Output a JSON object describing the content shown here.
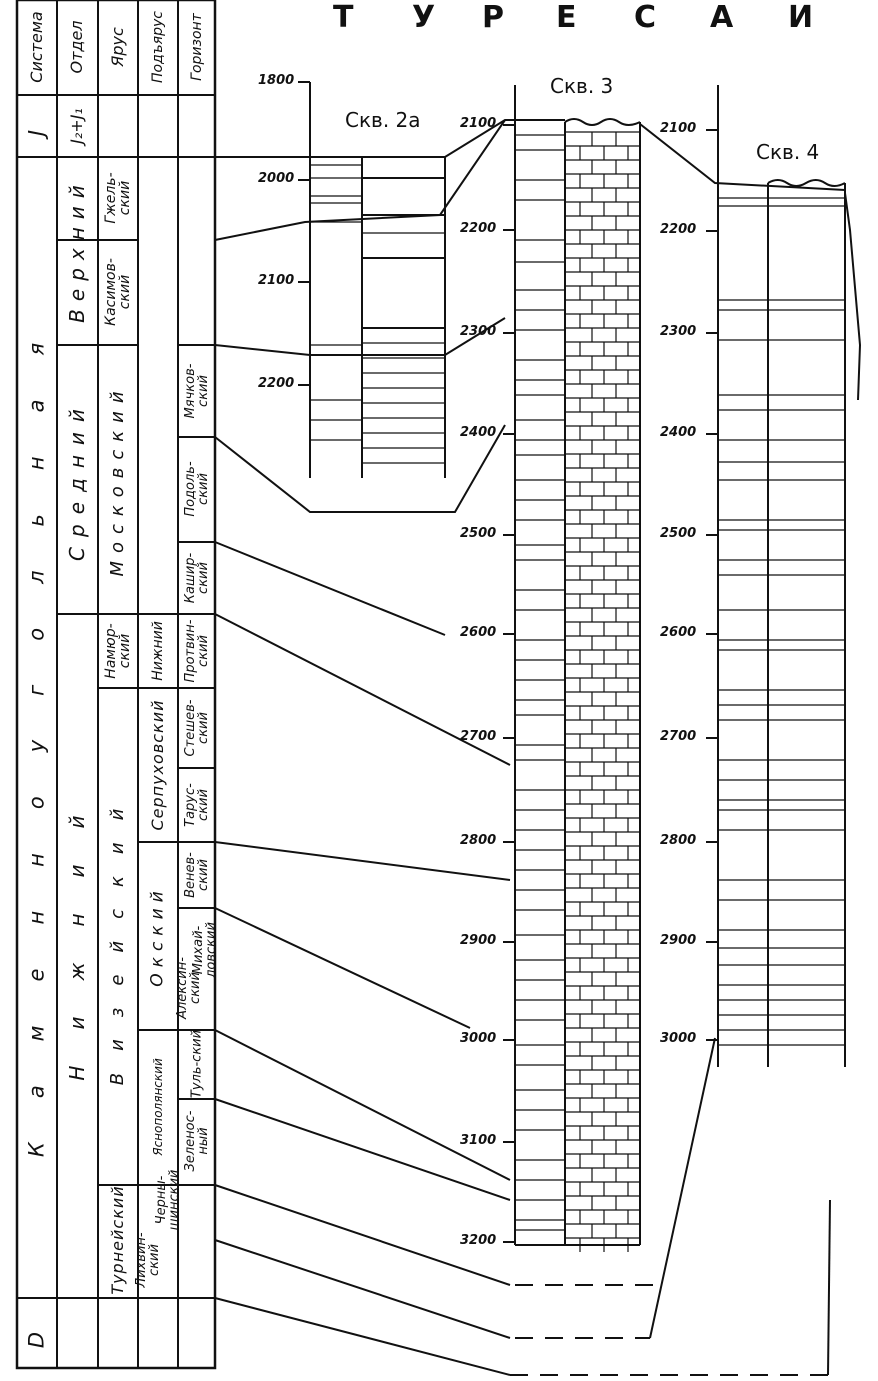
{
  "title_letters": [
    "Т",
    "У",
    "Р",
    "Е",
    "С",
    "А",
    "И"
  ],
  "table": {
    "headers": {
      "system": "Система",
      "section": "Отдел",
      "stage": "Ярус",
      "substage": "Подъярус",
      "horizon": "Горизонт"
    },
    "systems": {
      "jurassic": "J",
      "carboniferous": "Каменноугольная",
      "devonian": "D"
    },
    "sections": {
      "jurassic": "J₂+J₁",
      "upper": "Верхний",
      "middle": "Средний",
      "lower": "Нижний"
    },
    "stages": {
      "gzhel": "Гжель-ский",
      "kasimov": "Касимов-ский",
      "moscow": "Московский",
      "namur": "Намюр-ский",
      "visean": "Визейский",
      "tournai": "Турнейский"
    },
    "substages": {
      "lower": "Нижний",
      "serpukhov": "Серпуховский",
      "oka": "Окский",
      "yasnaya": "Яснополянский",
      "lykhvin": "Лихвин-ский",
      "chern": "Черны-шинский"
    },
    "horizons": {
      "myachkov": "Мячков-ский",
      "podolsk": "Подоль-ский",
      "kashir": "Кашир-ский",
      "protvin": "Протвин-ский",
      "steshev": "Стешев-ский",
      "tarus": "Тарус-ский",
      "venev": "Венев-ский",
      "mikhail": "Михай-ловский",
      "aleksin": "Алексин-ский",
      "tula": "Туль-ский",
      "zelenos": "Зеленос-ный"
    }
  },
  "wells": [
    {
      "name": "Скв. 2а",
      "depths": [
        "1800",
        "2000",
        "2100",
        "2200"
      ]
    },
    {
      "name": "Скв. 3",
      "depths": [
        "2100",
        "2200",
        "2300",
        "2400",
        "2500",
        "2600",
        "2700",
        "2800",
        "2900",
        "3000",
        "3100",
        "3200"
      ]
    },
    {
      "name": "Скв. 4",
      "depths": [
        "2100",
        "2200",
        "2300",
        "2400",
        "2500",
        "2600",
        "2700",
        "2800",
        "2900",
        "3000"
      ]
    }
  ]
}
